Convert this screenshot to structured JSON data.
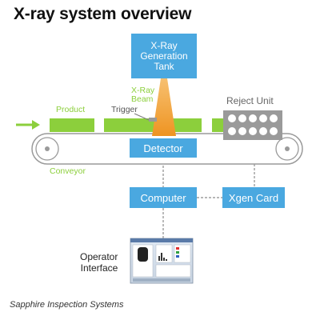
{
  "title": "X-ray system overview",
  "tank": {
    "line1": "X-Ray",
    "line2": "Generation",
    "line3": "Tank"
  },
  "beam": {
    "line1": "X-Ray",
    "line2": "Beam"
  },
  "product_label": "Product",
  "trigger_label": "Trigger",
  "reject_label": "Reject Unit",
  "detector_label": "Detector",
  "conveyor_label": "Conveyor",
  "computer_label": "Computer",
  "xgen_label": "Xgen Card",
  "operator": {
    "line1": "Operator",
    "line2": "Interface"
  },
  "footer": "Sapphire Inspection Systems",
  "colors": {
    "box": "#4aa8e0",
    "product": "#8ccf3c",
    "beam": "#f0a030",
    "reject": "#9a9a9a"
  }
}
